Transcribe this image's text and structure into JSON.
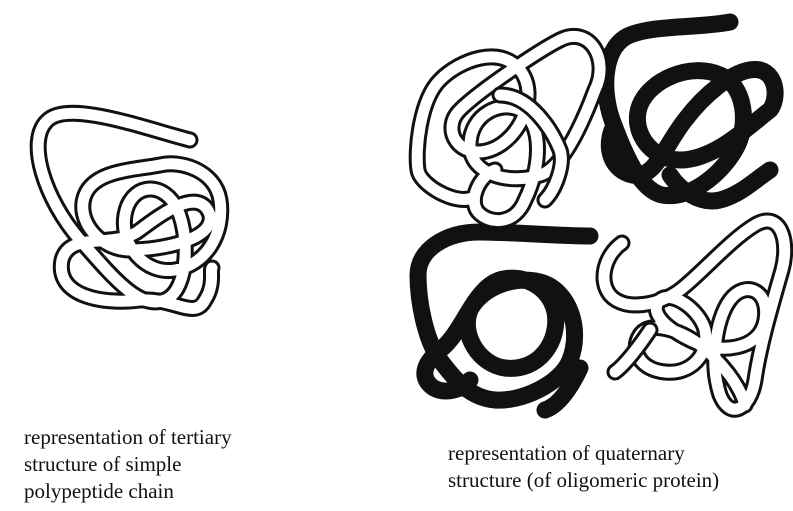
{
  "figure": {
    "tertiary": {
      "caption_lines": [
        "representation of tertiary",
        "structure of simple",
        "polypeptide chain"
      ]
    },
    "quaternary": {
      "caption_lines": [
        "representation of quaternary",
        "structure (of oligomeric protein)"
      ],
      "subunits": [
        {
          "shade": "white"
        },
        {
          "shade": "black"
        },
        {
          "shade": "black"
        },
        {
          "shade": "white"
        }
      ]
    }
  }
}
